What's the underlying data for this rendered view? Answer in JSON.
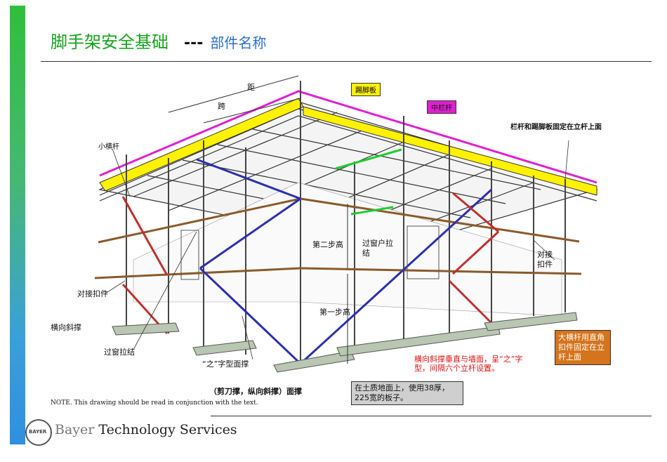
{
  "header": {
    "title": "脚手架安全基础",
    "dash": "---",
    "subtitle": "部件名称"
  },
  "labels": {
    "ju": "距",
    "kua": "跨",
    "toe_board": "踢脚板",
    "mid_rail": "中栏杆",
    "rail_fixed": "栏杆和踢脚板固定在立杆上面",
    "small_transom": "小横杆",
    "second_step": "第二步高",
    "window_tie": "过窗户拉结",
    "butt_coupler_right": "对接扣件",
    "butt_coupler_left": "对接扣件",
    "first_step": "第一步高",
    "transverse_brace": "横向斜撑",
    "window_tie_left": "过窗拉结",
    "zhi_brace": "“之”字型面撑",
    "scissor_brace": "（剪刀撑，纵向斜撑）面撑",
    "red_note": "横向斜撑垂直与墙面，呈“之”字型，间隔六个立杆设置。",
    "orange_note": "大横杆用直角扣件固定在立杆上面",
    "gray_note": "在土质地面上，使用38厚，225宽的板子。",
    "note": "NOTE. This drawing should be read in conjunction with the text."
  },
  "footer": {
    "logo_text": "BAYER",
    "brand_light": "Bayer",
    "brand_main": "Technology Services"
  },
  "colors": {
    "title_green": "#17a41f",
    "subtitle_blue": "#2a6fd1",
    "toe_board_yellow": "#fff200",
    "mid_rail_magenta": "#e020d0",
    "ledger_brown": "#8b5a2b",
    "brace_blue": "#2a2fb0",
    "transverse_red": "#c0302a",
    "tie_green": "#22cc33"
  }
}
